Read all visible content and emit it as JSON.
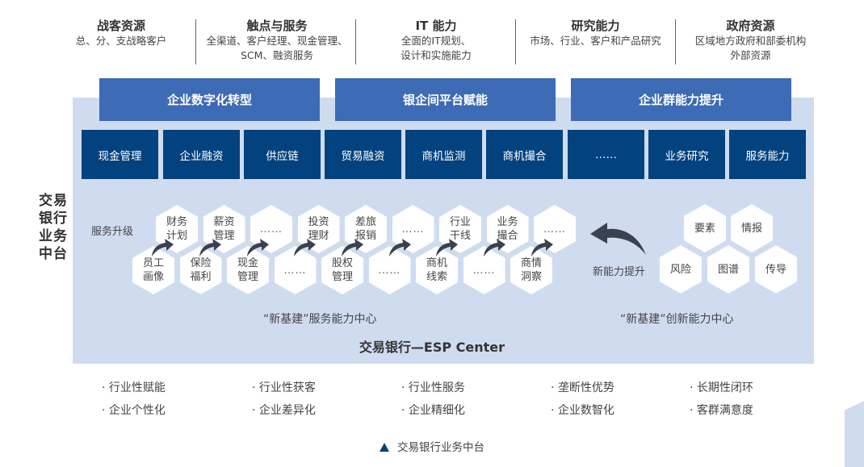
{
  "resources": [
    {
      "title": "战客资源",
      "desc": [
        "总、分、支战略客户"
      ]
    },
    {
      "title": "触点与服务",
      "desc": [
        "全渠道、客户经理、现金管理、",
        "SCM、融资服务"
      ]
    },
    {
      "title": "IT 能力",
      "desc": [
        "全面的IT规划、",
        "设计和实施能力"
      ]
    },
    {
      "title": "研究能力",
      "desc": [
        "市场、行业、客户和产品研究"
      ]
    },
    {
      "title": "政府资源",
      "desc": [
        "区域地方政府和部委机构",
        "外部资源"
      ]
    }
  ],
  "pillars": [
    "企业数字化转型",
    "银企间平台赋能",
    "企业群能力提升"
  ],
  "capabilities": [
    "现金管理",
    "企业融资",
    "供应链",
    "贸易融资",
    "商机监测",
    "商机撮合",
    "……",
    "业务研究",
    "服务能力"
  ],
  "side_title": [
    "交易",
    "银行",
    "业务",
    "中台"
  ],
  "service_upgrade_label": "服务升级",
  "service_hex_top": [
    [
      "财务",
      "计划"
    ],
    [
      "薪资",
      "管理"
    ],
    [
      "……"
    ],
    [
      "投资",
      "理财"
    ],
    [
      "差旅",
      "报销"
    ],
    [
      "……"
    ],
    [
      "行业",
      "干线"
    ],
    [
      "业务",
      "撮合"
    ],
    [
      "……"
    ]
  ],
  "service_hex_bottom": [
    [
      "员工",
      "画像"
    ],
    [
      "保险",
      "福利"
    ],
    [
      "现金",
      "管理"
    ],
    [
      "……"
    ],
    [
      "股权",
      "管理"
    ],
    [
      "……"
    ],
    [
      "商机",
      "线索"
    ],
    [
      "……"
    ],
    [
      "商情",
      "洞察"
    ]
  ],
  "new_capability_label": "新能力提升",
  "innovation_hex_top": [
    "要素",
    "情报"
  ],
  "innovation_hex_bottom": [
    "风险",
    "图谱",
    "传导"
  ],
  "service_center_label": "“新基建”服务能力中心",
  "innovation_center_label": "“新基建”创新能力中心",
  "esp_center": "交易银行—ESP Center",
  "benefits": [
    [
      "· 行业性赋能",
      "· 企业个性化"
    ],
    [
      "· 行业性获客",
      "· 企业差异化"
    ],
    [
      "· 行业性服务",
      "· 企业精细化"
    ],
    [
      "· 垄断性优势",
      "· 企业数智化"
    ],
    [
      "· 长期性闭环",
      "· 客群满意度"
    ]
  ],
  "caption": "交易银行业务中台",
  "colors": {
    "pillar": "#3d6bb5",
    "capability": "#02427f",
    "panel": "#cfdcf0",
    "arrow": "#3a4150"
  }
}
